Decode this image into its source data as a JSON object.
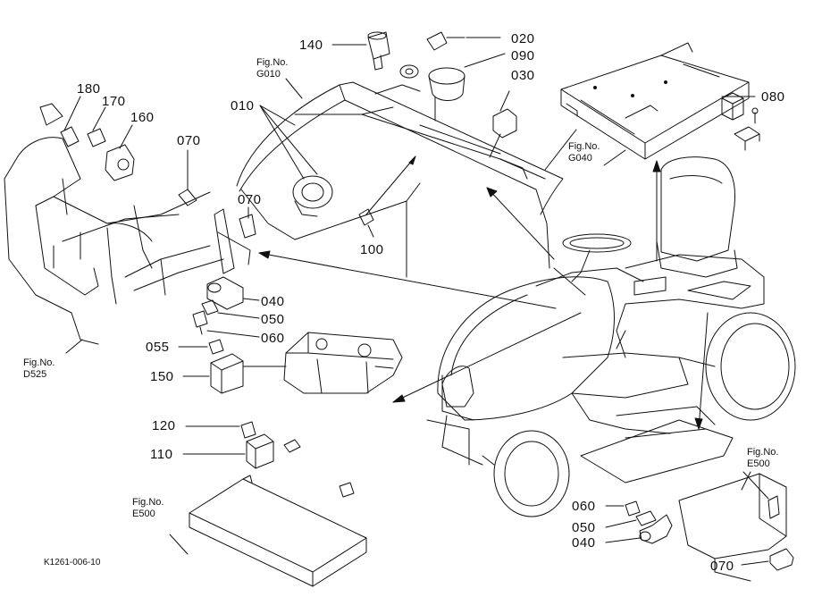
{
  "drawing_code": "K1261-006-10",
  "figure_refs": [
    {
      "id": "g010",
      "prefix": "Fig.No.",
      "code": "G010"
    },
    {
      "id": "g040",
      "prefix": "Fig.No.",
      "code": "G040"
    },
    {
      "id": "d525",
      "prefix": "Fig.No.",
      "code": "D525"
    },
    {
      "id": "e500-left",
      "prefix": "Fig.No.",
      "code": "E500"
    },
    {
      "id": "e500-right",
      "prefix": "Fig.No.",
      "code": "E500"
    }
  ],
  "part_labels": [
    {
      "id": "p140",
      "text": "140"
    },
    {
      "id": "p020",
      "text": "020"
    },
    {
      "id": "p090",
      "text": "090"
    },
    {
      "id": "p030",
      "text": "030"
    },
    {
      "id": "p080",
      "text": "080"
    },
    {
      "id": "p010",
      "text": "010"
    },
    {
      "id": "p180",
      "text": "180"
    },
    {
      "id": "p170",
      "text": "170"
    },
    {
      "id": "p160",
      "text": "160"
    },
    {
      "id": "p070a",
      "text": "070"
    },
    {
      "id": "p070b",
      "text": "070"
    },
    {
      "id": "p100",
      "text": "100"
    },
    {
      "id": "p040a",
      "text": "040"
    },
    {
      "id": "p050a",
      "text": "050"
    },
    {
      "id": "p060a",
      "text": "060"
    },
    {
      "id": "p055",
      "text": "055"
    },
    {
      "id": "p150",
      "text": "150"
    },
    {
      "id": "p120",
      "text": "120"
    },
    {
      "id": "p110",
      "text": "110"
    },
    {
      "id": "p060b",
      "text": "060"
    },
    {
      "id": "p050b",
      "text": "050"
    },
    {
      "id": "p040b",
      "text": "040"
    },
    {
      "id": "p070c",
      "text": "070"
    }
  ]
}
